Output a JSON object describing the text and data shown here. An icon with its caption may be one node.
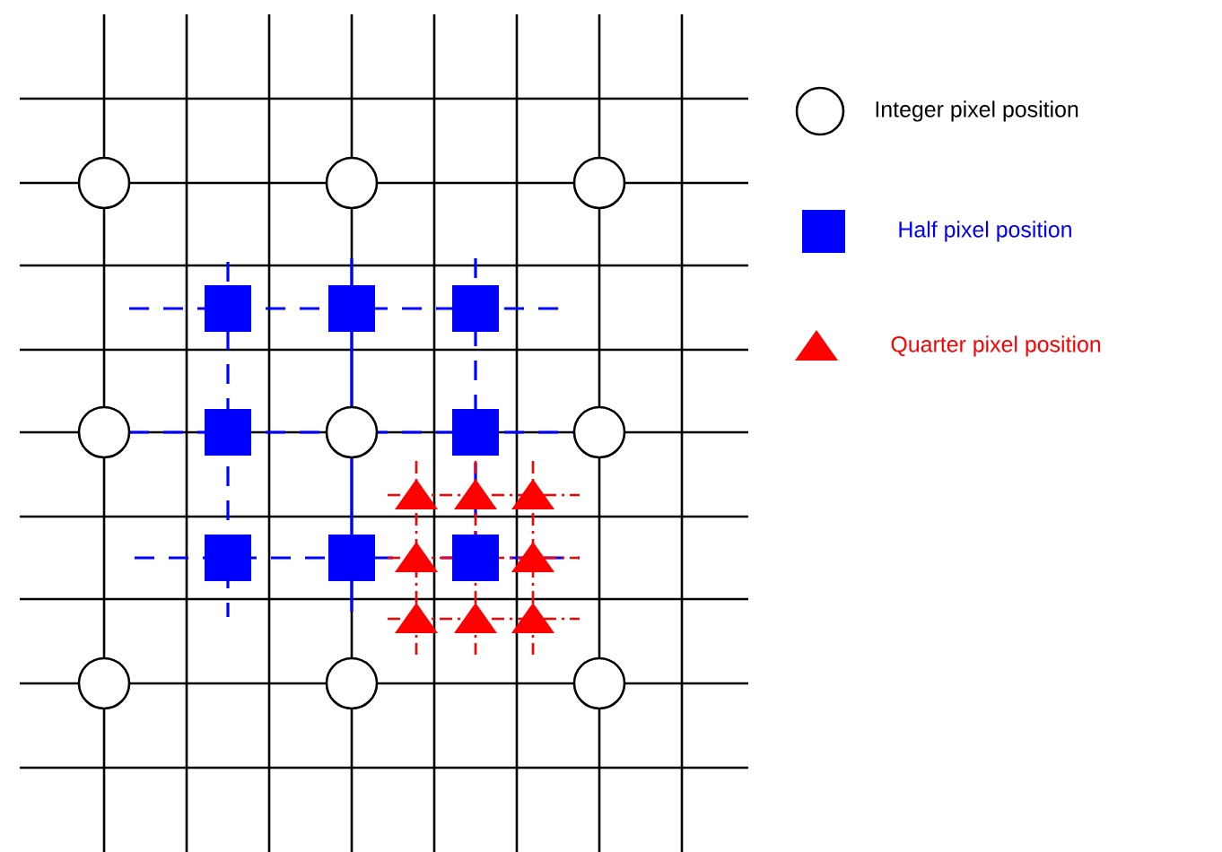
{
  "diagram": {
    "legend": [
      {
        "text": "Integer pixel position"
      },
      {
        "text": "Half pixel position"
      },
      {
        "text": "Quarter pixel position"
      }
    ]
  }
}
